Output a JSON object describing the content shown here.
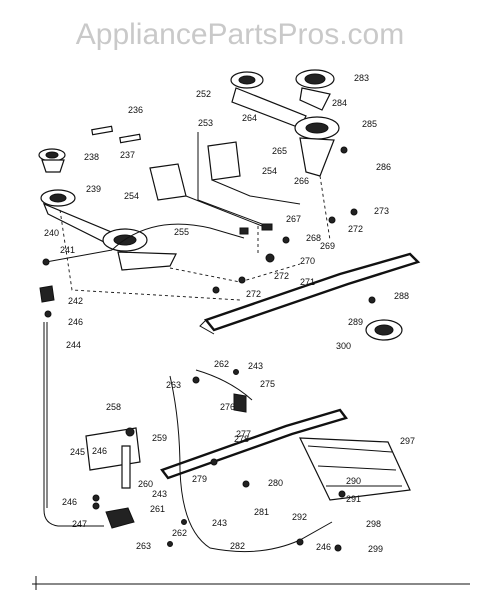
{
  "watermark": "AppliancePartsPros.com",
  "callouts": [
    "236",
    "237",
    "238",
    "239",
    "240",
    "241",
    "242",
    "243",
    "244",
    "245",
    "246",
    "247",
    "252",
    "253",
    "254",
    "255",
    "258",
    "259",
    "260",
    "261",
    "262",
    "263",
    "264",
    "265",
    "266",
    "267",
    "268",
    "269",
    "270",
    "271",
    "272",
    "273",
    "275",
    "276",
    "277",
    "278",
    "279",
    "280",
    "281",
    "282",
    "283",
    "284",
    "285",
    "286",
    "288",
    "289",
    "290",
    "291",
    "292",
    "297",
    "298",
    "299",
    "300"
  ]
}
